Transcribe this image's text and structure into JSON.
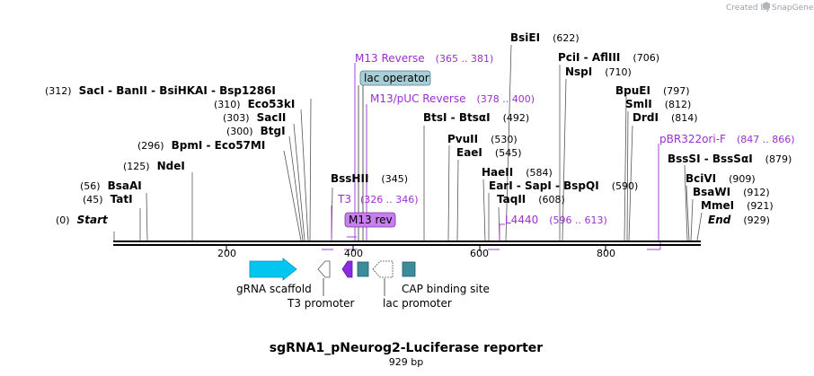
{
  "credit": "Created by",
  "brand": "SnapGene",
  "title": "sgRNA1_pNeurog2-Luciferase reporter",
  "length_label": "929 bp",
  "ruler": [
    "200",
    "400",
    "600",
    "800"
  ],
  "colors": {
    "feature_label": "#9b30d0",
    "gRNA_scaffold": "#00c6f0",
    "lac_operator": "#a8cfd8",
    "cap_site": "#3d8c9c",
    "m13_rev": "#c77ff0",
    "primer": "#8a2be2"
  },
  "sites": [
    {
      "id": "start",
      "name": "Start",
      "pos": "(0)",
      "italic": true
    },
    {
      "id": "tati",
      "name": "TatI",
      "pos": "(45)"
    },
    {
      "id": "bsaai",
      "name": "BsaAI",
      "pos": "(56)"
    },
    {
      "id": "ndei",
      "name": "NdeI",
      "pos": "(125)"
    },
    {
      "id": "bpmi",
      "name": "BpmI - Eco57MI",
      "pos": "(296)"
    },
    {
      "id": "btgi",
      "name": "BtgI",
      "pos": "(300)"
    },
    {
      "id": "sacii",
      "name": "SacII",
      "pos": "(303)"
    },
    {
      "id": "eco53ki",
      "name": "Eco53kI",
      "pos": "(310)"
    },
    {
      "id": "saci",
      "name": "SacI - BanII - BsiHKAI - Bsp1286I",
      "pos": "(312)"
    },
    {
      "id": "bsshii",
      "name": "BssHII",
      "pos": "(345)"
    },
    {
      "id": "btsi",
      "name": "BtsI - BtsαI",
      "pos": "(492)"
    },
    {
      "id": "pvuii",
      "name": "PvuII",
      "pos": "(530)"
    },
    {
      "id": "eaei",
      "name": "EaeI",
      "pos": "(545)"
    },
    {
      "id": "bsiei",
      "name": "BsiEI",
      "pos": "(622)"
    },
    {
      "id": "haeii",
      "name": "HaeII",
      "pos": "(584)"
    },
    {
      "id": "eari",
      "name": "EarI - SapI - BspQI",
      "pos": "(590)"
    },
    {
      "id": "taqii",
      "name": "TaqII",
      "pos": "(608)"
    },
    {
      "id": "pcii",
      "name": "PciI - AflIII",
      "pos": "(706)"
    },
    {
      "id": "nspi",
      "name": "NspI",
      "pos": "(710)"
    },
    {
      "id": "bpuei",
      "name": "BpuEI",
      "pos": "(797)"
    },
    {
      "id": "smli",
      "name": "SmlI",
      "pos": "(812)"
    },
    {
      "id": "drdi",
      "name": "DrdI",
      "pos": "(814)"
    },
    {
      "id": "bsssi",
      "name": "BssSI - BssSαI",
      "pos": "(879)"
    },
    {
      "id": "bcivi",
      "name": "BciVI",
      "pos": "(909)"
    },
    {
      "id": "bsawi",
      "name": "BsaWI",
      "pos": "(912)"
    },
    {
      "id": "mmei",
      "name": "MmeI",
      "pos": "(921)"
    },
    {
      "id": "end",
      "name": "End",
      "pos": "(929)",
      "italic": true
    }
  ],
  "primers": [
    {
      "id": "m13rev",
      "name": "M13 Reverse",
      "range": "(365 .. 381)"
    },
    {
      "id": "m13puc",
      "name": "M13/pUC Reverse",
      "range": "(378 .. 400)"
    },
    {
      "id": "t3",
      "name": "T3",
      "range": "(326 .. 346)"
    },
    {
      "id": "l4440",
      "name": "L4440",
      "range": "(596 .. 613)"
    },
    {
      "id": "pbr322",
      "name": "pBR322ori-F",
      "range": "(847 .. 866)"
    }
  ],
  "boxed_labels": {
    "lac_operator": "lac operator",
    "m13_rev": "M13 rev"
  },
  "features": {
    "grna_scaffold": "gRNA scaffold",
    "t3_promoter": "T3 promoter",
    "lac_promoter": "lac promoter",
    "cap_binding": "CAP binding site"
  }
}
